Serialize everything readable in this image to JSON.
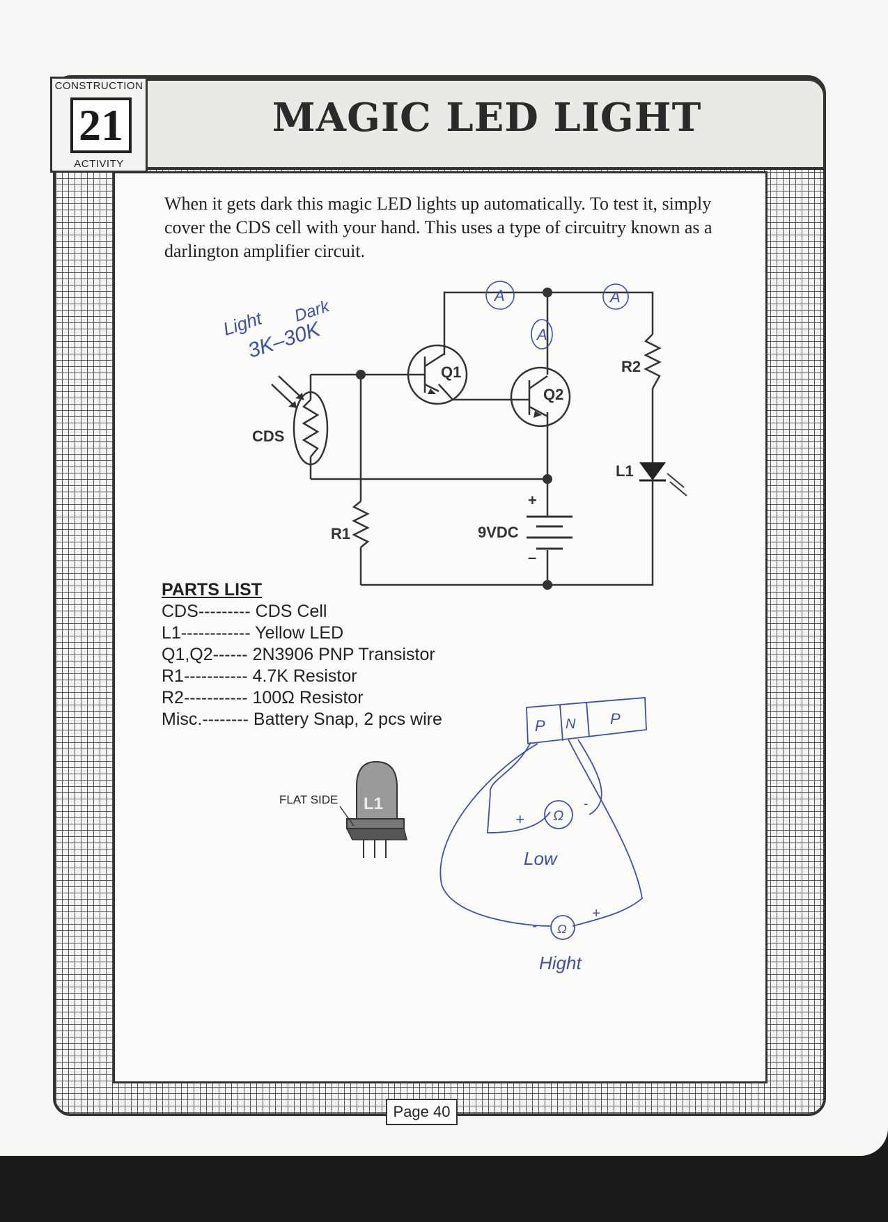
{
  "badge": {
    "top_label": "CONSTRUCTION",
    "number": "21",
    "bottom_label": "ACTIVITY"
  },
  "title": "MAGIC LED LIGHT",
  "intro": "When it gets dark this magic LED lights up automatically. To test it, simply cover the CDS cell with your hand. This uses a type of circuitry known as a darlington amplifier circuit.",
  "schematic": {
    "labels": {
      "q1": "Q1",
      "q2": "Q2",
      "r1": "R1",
      "r2": "R2",
      "l1": "L1",
      "cds": "CDS",
      "battery": "9VDC",
      "plus": "+",
      "minus": "–"
    },
    "handwriting": {
      "light": "Light",
      "dark": "Dark",
      "range": "3K–30K",
      "node_a": "A"
    }
  },
  "parts_list": {
    "title": "PARTS LIST",
    "items": [
      {
        "ref": "CDS---------",
        "desc": "CDS Cell"
      },
      {
        "ref": "L1------------",
        "desc": "Yellow LED"
      },
      {
        "ref": "Q1,Q2------",
        "desc": "2N3906 PNP Transistor"
      },
      {
        "ref": "R1-----------",
        "desc": "4.7K Resistor"
      },
      {
        "ref": "R2-----------",
        "desc": "100Ω Resistor"
      },
      {
        "ref": "Misc.--------",
        "desc": "Battery Snap, 2 pcs wire"
      }
    ]
  },
  "led_drawing": {
    "flat_side_label": "FLAT SIDE",
    "led_label": "L1"
  },
  "pnp_sketch": {
    "p1": "P",
    "n": "N",
    "p2": "P",
    "low_label": "Low",
    "high_label": "Hight",
    "ohm": "Ω",
    "plus": "+",
    "minus": "-"
  },
  "footer": {
    "page": "Page 40"
  }
}
